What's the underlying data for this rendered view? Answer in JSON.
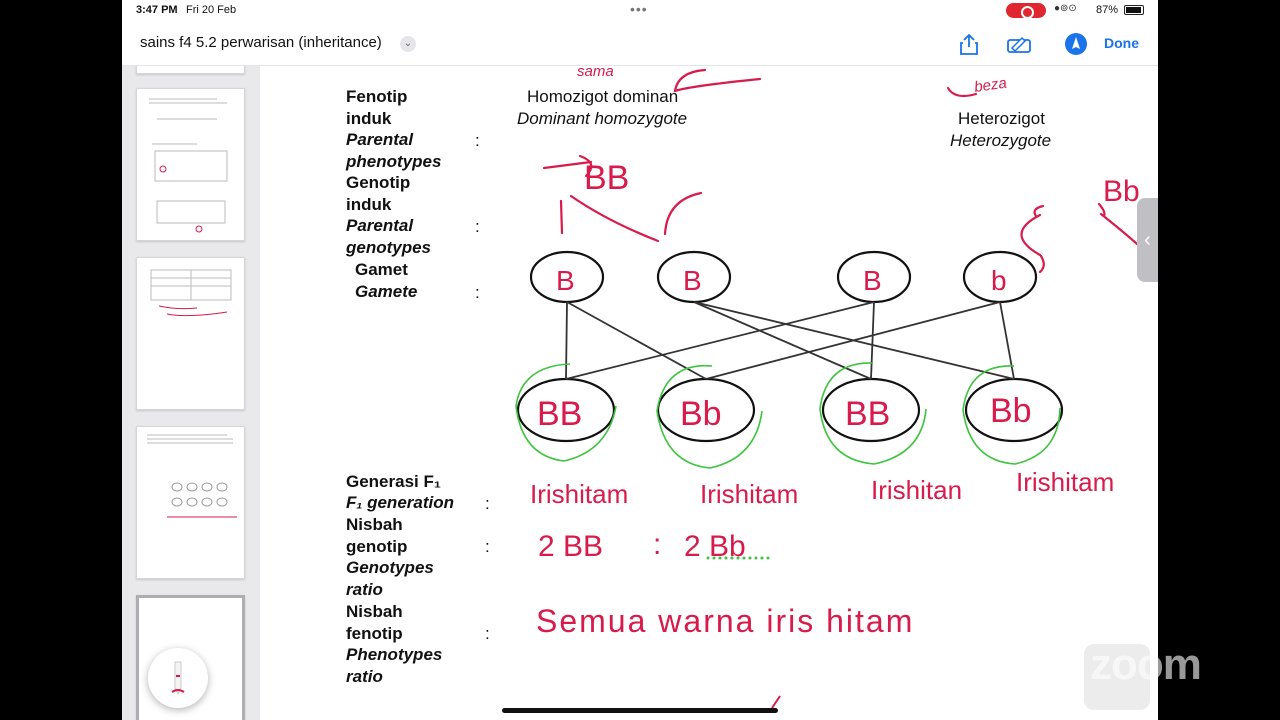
{
  "status": {
    "time": "3:47 PM",
    "date": "Fri 20 Feb",
    "battery": "87%"
  },
  "titlebar": {
    "title": "sains f4 5.2 perwarisan (inheritance)",
    "done_label": "Done"
  },
  "page": {
    "labels": {
      "fenotip": [
        "Fenotip",
        "induk"
      ],
      "parental_phenotypes": [
        "Parental",
        "phenotypes"
      ],
      "genotip": [
        "Genotip",
        "induk"
      ],
      "parental_genotypes": [
        "Parental",
        "genotypes"
      ],
      "gamet": "Gamet",
      "gamete": "Gamete",
      "generasi": "Generasi F₁",
      "f1_generation": "F₁ generation",
      "nisbah_genotip": [
        "Nisbah",
        "genotip"
      ],
      "genotypes_ratio": [
        "Genotypes",
        "ratio"
      ],
      "nisbah_fenotip": [
        "Nisbah",
        "fenotip"
      ],
      "phenotypes_ratio": [
        "Phenotypes",
        "ratio"
      ],
      "colon": ":"
    },
    "parents": {
      "left": {
        "name": "Homozigot dominan",
        "name_en": "Dominant homozygote"
      },
      "right": {
        "name": "Heterozigot",
        "name_en": "Heterozygote"
      }
    },
    "handwriting": {
      "sama": "sama",
      "beza": "beza",
      "genotype_left": "BB",
      "genotype_right": "Bb",
      "gametes": [
        "B",
        "B",
        "B",
        "b"
      ],
      "offspring": [
        "BB",
        "Bb",
        "BB",
        "Bb"
      ],
      "phenotypes": [
        "Irishitam",
        "Irishitam",
        "Irishitan",
        "Irishitam"
      ],
      "genotype_ratio_left": "2 BB",
      "genotype_ratio_sep": ":",
      "genotype_ratio_right": "2 Bb",
      "phenotype_ratio": "Semua warna iris hitam"
    }
  },
  "watermark": "zoom",
  "colors": {
    "ink": "#d81b4b",
    "highlight": "#3ec43e",
    "accent": "#1a73e8"
  }
}
